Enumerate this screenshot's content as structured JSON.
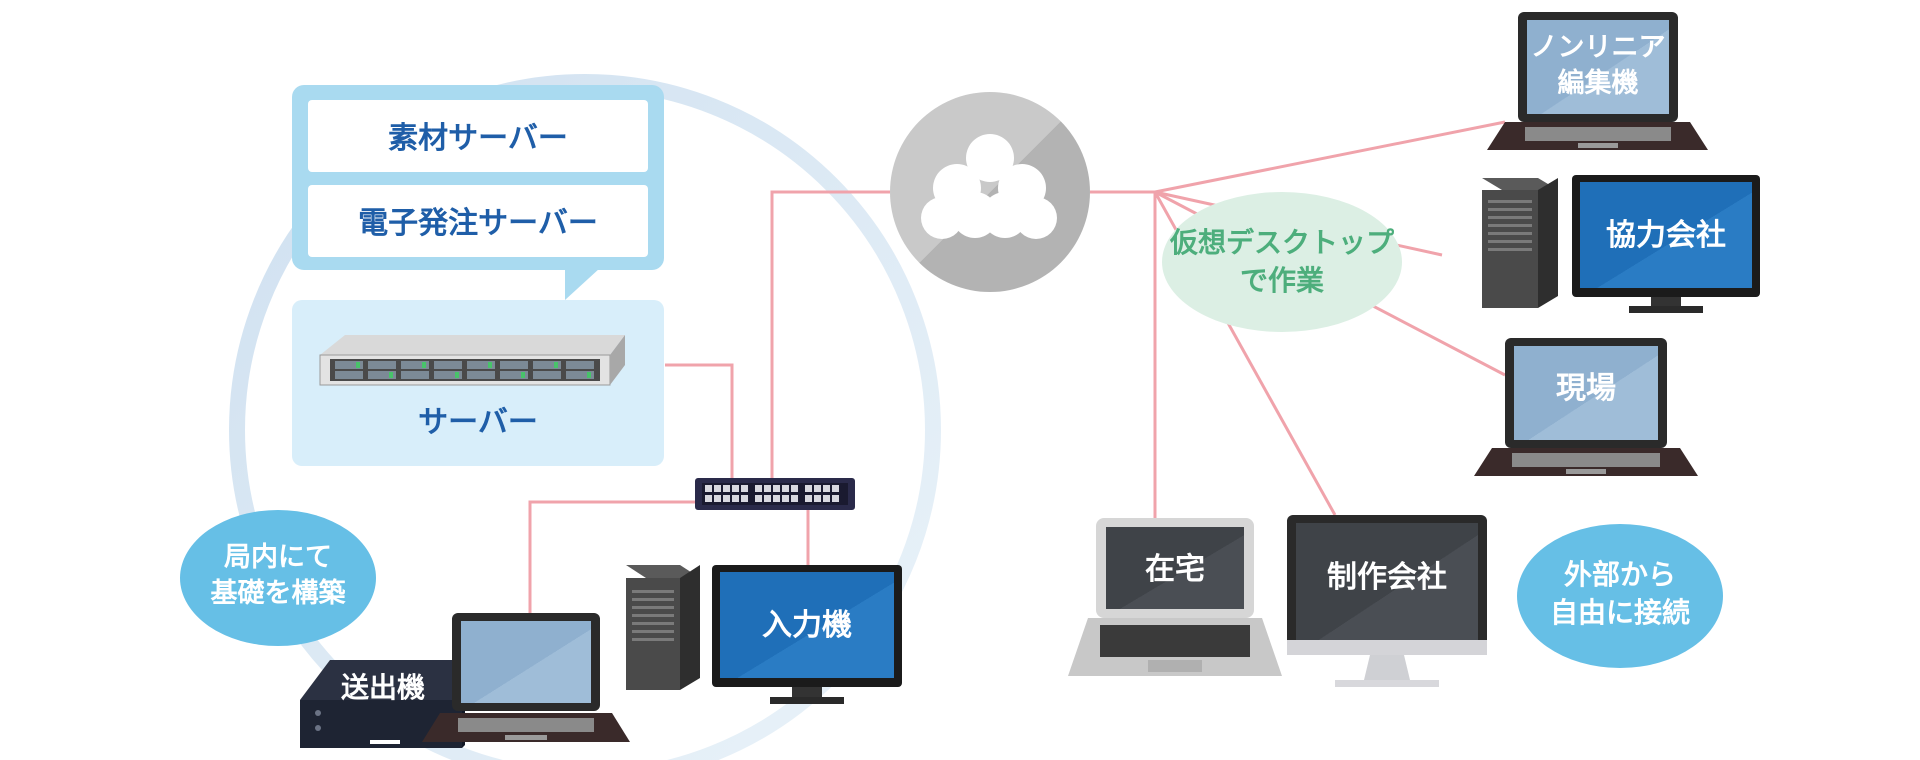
{
  "labels": {
    "material_server": "素材サーバー",
    "order_server": "電子発注サーバー",
    "server": "サーバー",
    "onprem_line1": "局内にて",
    "onprem_line2": "基礎を構築",
    "sender": "送出機",
    "input": "入力機",
    "vd_line1": "仮想デスクトップ",
    "vd_line2": "で作業",
    "nle_line1": "ノンリニア",
    "nle_line2": "編集機",
    "partner": "協力会社",
    "site": "現場",
    "home": "在宅",
    "production": "制作会社",
    "external_line1": "外部から",
    "external_line2": "自由に接続"
  },
  "colors": {
    "link_line": "#f0a3ab",
    "ring": "#dbe8f3",
    "callout_bg": "#a9daf0",
    "server_panel_bg": "#d8eefa",
    "server_text": "#1f5ea8",
    "bubble_blue": "#66bfe6",
    "bubble_green": "#dcefe4",
    "bubble_green_text": "#4dae7c",
    "screen_blue": "#1f6fb8",
    "screen_light": "#8fb0cf"
  }
}
